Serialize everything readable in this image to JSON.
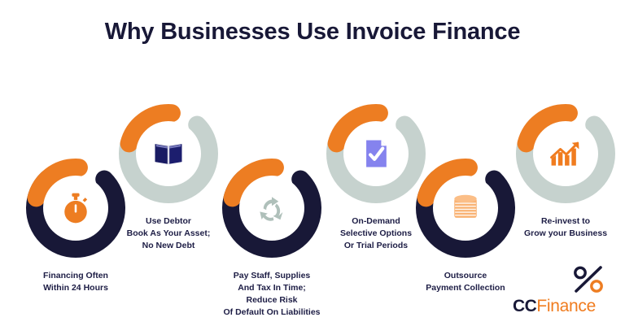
{
  "header": {
    "title": "Why Businesses Use Invoice Finance"
  },
  "colors": {
    "navy": "#181837",
    "orange": "#ED7D22",
    "sage": "#C6D2CE",
    "periwinkle": "#8583EE",
    "light_orange": "#F9B273",
    "text_navy": "#1D1D45",
    "background": "#FFFFFF"
  },
  "steps": [
    {
      "id": "financing-speed",
      "icon": "stopwatch-icon",
      "ring_color": "#181837",
      "arc_color": "#ED7D22",
      "icon_color": "#ED7D22",
      "label": "Financing Often\nWithin 24 Hours"
    },
    {
      "id": "debtor-book-asset",
      "icon": "open-book-icon",
      "ring_color": "#C6D2CE",
      "arc_color": "#ED7D22",
      "icon_color": "#191B63",
      "label": "Use Debtor\nBook As Your Asset;\nNo New Debt"
    },
    {
      "id": "pay-staff-tax",
      "icon": "recycle-arrows-icon",
      "ring_color": "#181837",
      "arc_color": "#ED7D22",
      "icon_color": "#AFC0BA",
      "label": "Pay Staff, Supplies\nAnd Tax In Time;\nReduce Risk\nOf Default On Liabilities"
    },
    {
      "id": "on-demand-options",
      "icon": "document-check-icon",
      "ring_color": "#C6D2CE",
      "arc_color": "#ED7D22",
      "icon_color": "#8583EE",
      "label": "On-Demand\nSelective Options\nOr Trial Periods"
    },
    {
      "id": "outsource-collection",
      "icon": "coin-stack-icon",
      "ring_color": "#181837",
      "arc_color": "#ED7D22",
      "icon_color": "#F9B273",
      "label": "Outsource\nPayment Collection"
    },
    {
      "id": "reinvest-growth",
      "icon": "growth-chart-icon",
      "ring_color": "#C6D2CE",
      "arc_color": "#ED7D22",
      "icon_color": "#F07C1F",
      "label": "Re-invest to\nGrow your Business"
    }
  ],
  "logo": {
    "mark": "percent-symbol-icon",
    "name_primary": "CC",
    "name_secondary": "Finance"
  }
}
